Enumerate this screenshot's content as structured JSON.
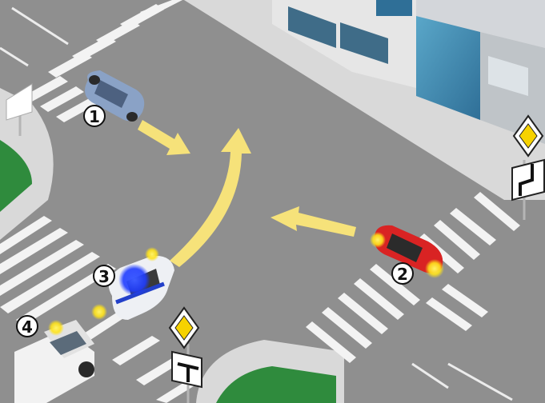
{
  "scene": {
    "cars": [
      {
        "id": "car-1",
        "label": "1",
        "color": "#7f97bd"
      },
      {
        "id": "car-2",
        "label": "2",
        "color": "#d62020"
      },
      {
        "id": "car-3",
        "label": "3",
        "color": "#eef0f4"
      },
      {
        "id": "car-4",
        "label": "4",
        "color": "#f0f0f0"
      }
    ],
    "signs": [
      {
        "type": "main-road-sign",
        "icon": "diamond-yellow-icon"
      },
      {
        "type": "main-road-direction-plate",
        "icon": "road-turn-icon"
      }
    ],
    "colors": {
      "road": "#8e8e8e",
      "sidewalk": "#d8d8d8",
      "grass": "#2e8b3b",
      "arrow": "#f6e27a",
      "crosswalk": "#f3f3f3",
      "emergency_light": "#1f3cff",
      "indicator_light": "#ffe31a"
    }
  }
}
